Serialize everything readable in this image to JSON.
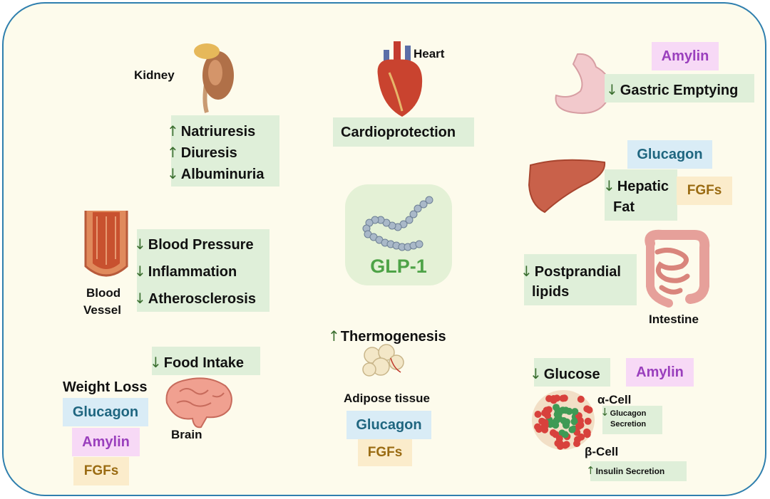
{
  "center": {
    "label": "GLP-1"
  },
  "kidney": {
    "name": "Kidney",
    "effects": [
      {
        "arrow": "↑",
        "text": "Natriuresis"
      },
      {
        "arrow": "↑",
        "text": "Diuresis"
      },
      {
        "arrow": "↓",
        "text": "Albuminuria"
      }
    ]
  },
  "heart": {
    "name": "Heart",
    "effect": "Cardioprotection"
  },
  "stomach": {
    "hormone": "Amylin",
    "effect": {
      "arrow": "↓",
      "text": "Gastric Emptying"
    }
  },
  "liver": {
    "hormone": "Glucagon",
    "fgf": "FGFs",
    "effect": {
      "arrow": "↓",
      "line1": "Hepatic",
      "line2": "Fat"
    }
  },
  "vessel": {
    "name_line1": "Blood",
    "name_line2": "Vessel",
    "effects": [
      {
        "arrow": "↓",
        "text": "Blood Pressure"
      },
      {
        "arrow": "↓",
        "text": "Inflammation"
      },
      {
        "arrow": "↓",
        "text": "Atherosclerosis"
      }
    ]
  },
  "intestine": {
    "name": "Intestine",
    "effect": {
      "arrow": "↓",
      "line1": "Postprandial",
      "line2": "lipids"
    }
  },
  "brain": {
    "name": "Brain",
    "effect": {
      "arrow": "↓",
      "text": "Food Intake"
    },
    "outcome": "Weight Loss",
    "hormones": [
      "Glucagon",
      "Amylin",
      "FGFs"
    ]
  },
  "adipose": {
    "name": "Adipose tissue",
    "effect": {
      "arrow": "↑",
      "text": "Thermogenesis"
    },
    "hormones": [
      "Glucagon",
      "FGFs"
    ]
  },
  "pancreas": {
    "glucose": {
      "arrow": "↓",
      "text": "Glucose"
    },
    "hormone": "Amylin",
    "alpha": {
      "name": "α-Cell",
      "arrow": "↓",
      "line1": "Glucagon",
      "line2": "Secretion"
    },
    "beta": {
      "name": "β-Cell",
      "arrow": "↑",
      "text": "Insulin Secretion"
    }
  },
  "colors": {
    "border": "#2f7fae",
    "background": "#fdfbec",
    "effect_box": "#dfefd9",
    "glucagon": "#1f6680",
    "amylin": "#9a3fbd",
    "fgf": "#9a6b12",
    "glp1": "#4ea347"
  }
}
